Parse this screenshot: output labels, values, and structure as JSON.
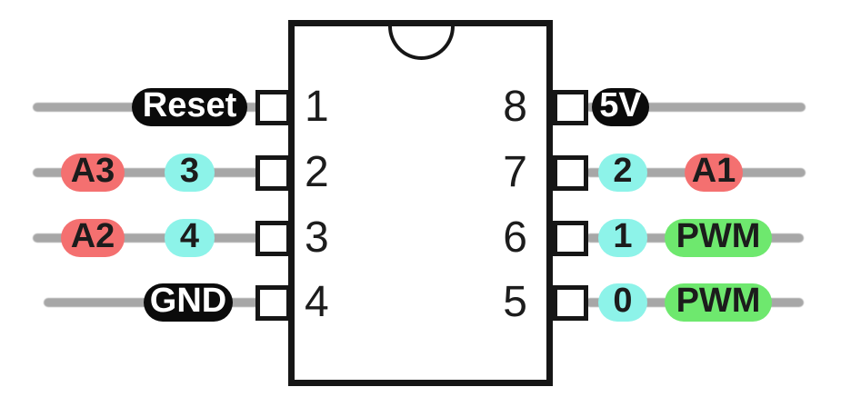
{
  "colors": {
    "power": "#0b0b0b",
    "analog": "#F47070",
    "digital": "#8DF3E9",
    "pwm": "#6EE86E",
    "wire": "#A7A7A7",
    "body_border": "#161616",
    "text_dark": "#1C1C1C",
    "text_light": "#FFFFFF"
  },
  "chip": {
    "package": "8-pin DIP",
    "left_pins": [
      {
        "number": "1",
        "labels": [
          {
            "text": "Reset",
            "type": "power"
          }
        ]
      },
      {
        "number": "2",
        "labels": [
          {
            "text": "A3",
            "type": "analog"
          },
          {
            "text": "3",
            "type": "digital"
          }
        ]
      },
      {
        "number": "3",
        "labels": [
          {
            "text": "A2",
            "type": "analog"
          },
          {
            "text": "4",
            "type": "digital"
          }
        ]
      },
      {
        "number": "4",
        "labels": [
          {
            "text": "GND",
            "type": "power"
          }
        ]
      }
    ],
    "right_pins": [
      {
        "number": "8",
        "labels": [
          {
            "text": "5V",
            "type": "power"
          }
        ]
      },
      {
        "number": "7",
        "labels": [
          {
            "text": "2",
            "type": "digital"
          },
          {
            "text": "A1",
            "type": "analog"
          }
        ]
      },
      {
        "number": "6",
        "labels": [
          {
            "text": "1",
            "type": "digital"
          },
          {
            "text": "PWM",
            "type": "pwm"
          }
        ]
      },
      {
        "number": "5",
        "labels": [
          {
            "text": "0",
            "type": "digital"
          },
          {
            "text": "PWM",
            "type": "pwm"
          }
        ]
      }
    ]
  }
}
